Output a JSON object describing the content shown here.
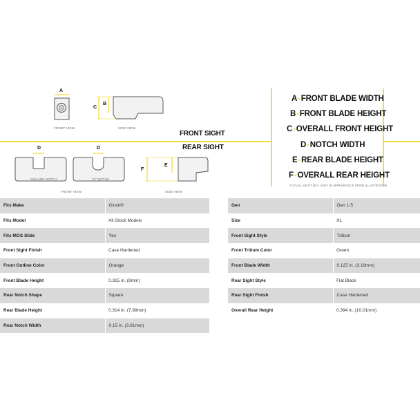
{
  "diagram": {
    "front_sight_title": "FRONT SIGHT",
    "rear_sight_title": "REAR SIGHT",
    "front_view_label": "FRONT VIEW",
    "side_view_label": "SIDE VIEW",
    "rear_front_view_label": "FRONT VIEW",
    "rear_side_view_label": "SIDE VIEW",
    "square_notch_label": "SQUARE NOTCH",
    "u_notch_label": "\"U\" NOTCH",
    "dims": {
      "a": "A",
      "b": "B",
      "c": "C",
      "d1": "D",
      "d2": "D",
      "e": "E",
      "f": "F"
    },
    "accent_color": "#f0d000"
  },
  "legend": {
    "items": [
      {
        "letter": "A",
        "text": "FRONT BLADE WIDTH"
      },
      {
        "letter": "B",
        "text": "FRONT BLADE HEIGHT"
      },
      {
        "letter": "C",
        "text": "OVERALL FRONT HEIGHT"
      },
      {
        "letter": "D",
        "text": "NOTCH WIDTH"
      },
      {
        "letter": "E",
        "text": "REAR BLADE HEIGHT"
      },
      {
        "letter": "F",
        "text": "OVERALL REAR HEIGHT"
      }
    ],
    "dash": "-",
    "note": "ACTUAL SIGHT MAY VARY IN APPEARANCE FROM ILLUSTRATION"
  },
  "specs_left": [
    {
      "key": "Fits Make",
      "value": "Glock®"
    },
    {
      "key": "Fits Model",
      "value": "All Glock Models"
    },
    {
      "key": "Fits MOS Slide",
      "value": "Yes"
    },
    {
      "key": "Front Sight Finish",
      "value": "Case Hardened"
    },
    {
      "key": "Front Outline Color",
      "value": "Orange"
    },
    {
      "key": "Front Blade Height",
      "value": "0.315 in. (8mm)"
    },
    {
      "key": "Rear Notch Shape",
      "value": "Square"
    },
    {
      "key": "Rear Blade Height",
      "value": "0.314 in. (7.98mm)"
    },
    {
      "key": "Rear Notch Width",
      "value": "0.15 in. (3.81mm)"
    }
  ],
  "specs_right": [
    {
      "key": "Gen",
      "value": "Gen 1-5"
    },
    {
      "key": "Size",
      "value": "XL"
    },
    {
      "key": "Front Sight Style",
      "value": "Tritium"
    },
    {
      "key": "Front Tritium Color",
      "value": "Green"
    },
    {
      "key": "Front Blade Width",
      "value": "0.125 in. (3.18mm)"
    },
    {
      "key": "Rear Sight Style",
      "value": "Flat Black"
    },
    {
      "key": "Rear Sight Finish",
      "value": "Case Hardened"
    },
    {
      "key": "Overall Rear Height",
      "value": "0.394 in. (10.01mm)"
    }
  ]
}
